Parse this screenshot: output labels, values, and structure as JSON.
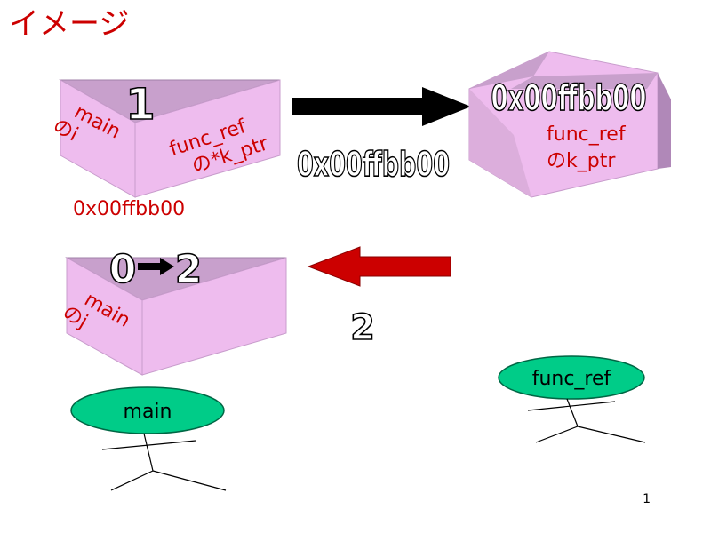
{
  "title": "イメージ",
  "box1": {
    "number": "1",
    "left_label": [
      "main",
      "のi"
    ],
    "right_label": [
      "func_ref",
      "の*k_ptr"
    ],
    "address": "0x00ffbb00"
  },
  "box2": {
    "number": "0x00ffbb00",
    "label": [
      "func_ref",
      "のk_ptr"
    ]
  },
  "box3": {
    "from_value": "0",
    "to_value": "2",
    "label": [
      "main",
      "のj"
    ]
  },
  "arrow1_label": "0x00ffbb00",
  "arrow2_label": "2",
  "actors": {
    "main": "main",
    "func_ref": "func_ref"
  },
  "page_number": "1",
  "colors": {
    "box_top": "#c8a0cc",
    "box_side": "#eebcee",
    "box_dark": "#b088b8",
    "ellipse": "#00cc88",
    "red_arrow": "#cc0000",
    "label_red": "#cc0000"
  }
}
